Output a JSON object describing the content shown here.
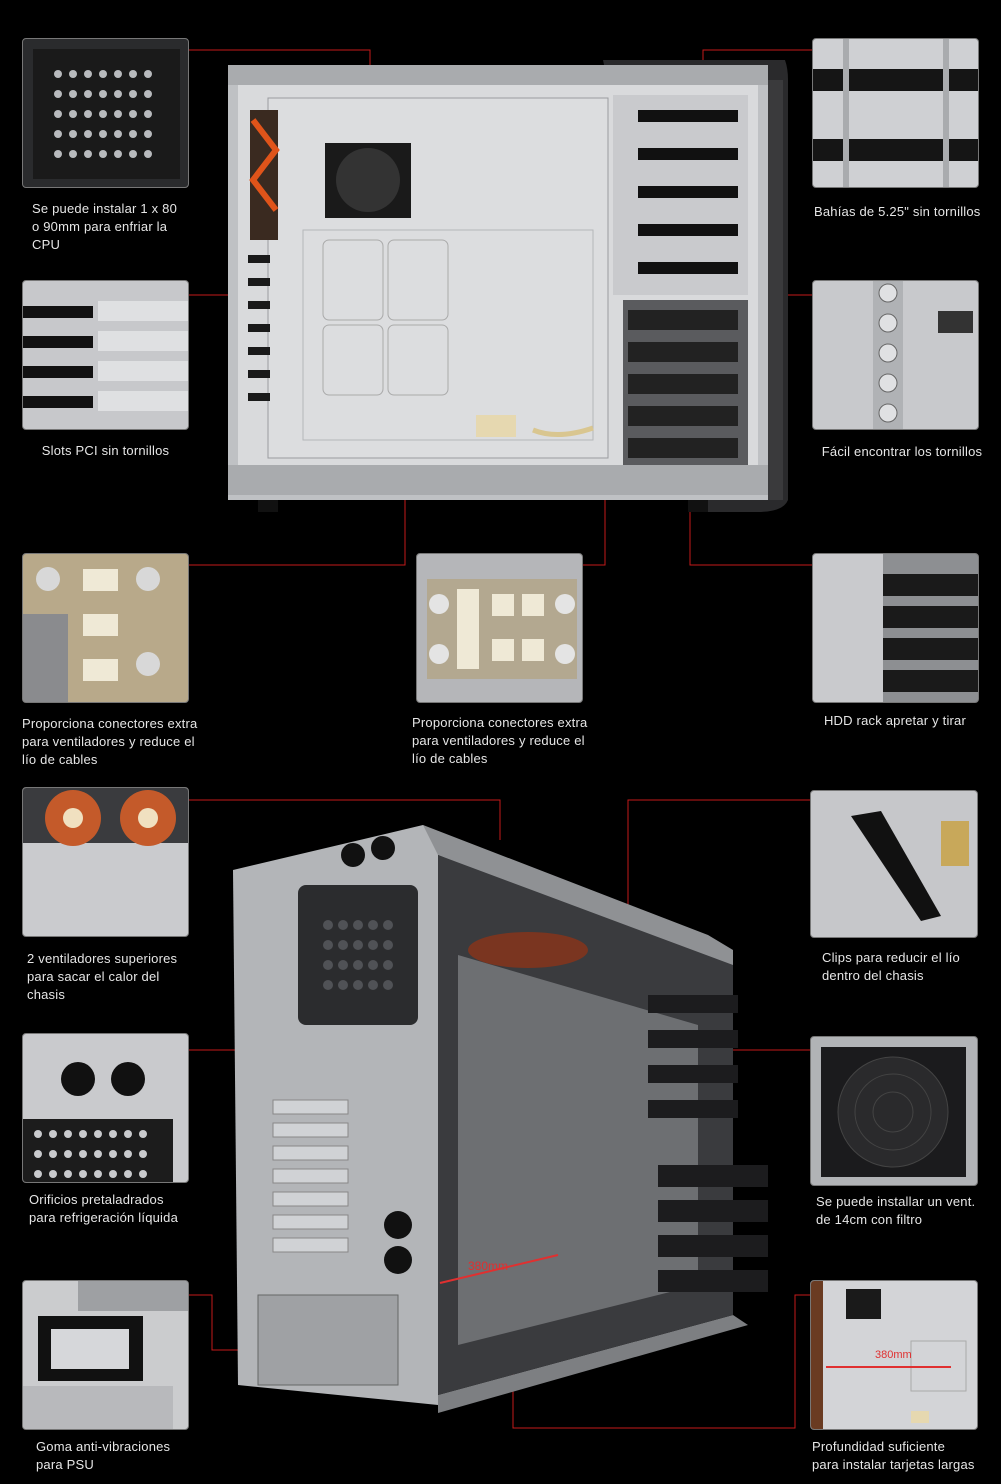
{
  "captions": {
    "cpu_fan": "Se puede instalar 1 x 80\no 90mm  para enfriar la\nCPU",
    "bays": "Bahías de 5.25\" sin tornillos",
    "pci": "Slots PCI sin tornillos",
    "screws": "Fácil encontrar los tornillos",
    "fan_board_left": "Proporciona conectores extra\npara ventiladores y reduce el\nlío de cables",
    "fan_board_mid": "Proporciona conectores extra\npara ventiladores y reduce el\nlío de cables",
    "hdd": "HDD rack apretar y tirar",
    "top_fans": "2 ventiladores superiores\npara sacar el calor del\nchasis",
    "clips": "Clips para reducir el lío\ndentro del chasis",
    "water": "Orificios pretaladrados\npara refrigeración líquida",
    "fan14": "Se puede installar un vent.\nde 14cm con filtro",
    "psu": "Goma anti-vibraciones\npara PSU",
    "depth": "Profundidad suficiente\npara instalar tarjetas largas"
  },
  "photo_labels": {
    "main_depth": "380mm",
    "thumb_depth": "380mm"
  },
  "colors": {
    "background": "#000000",
    "callout_line": "#c41a1a",
    "caption_text": "#e6e6e6"
  }
}
